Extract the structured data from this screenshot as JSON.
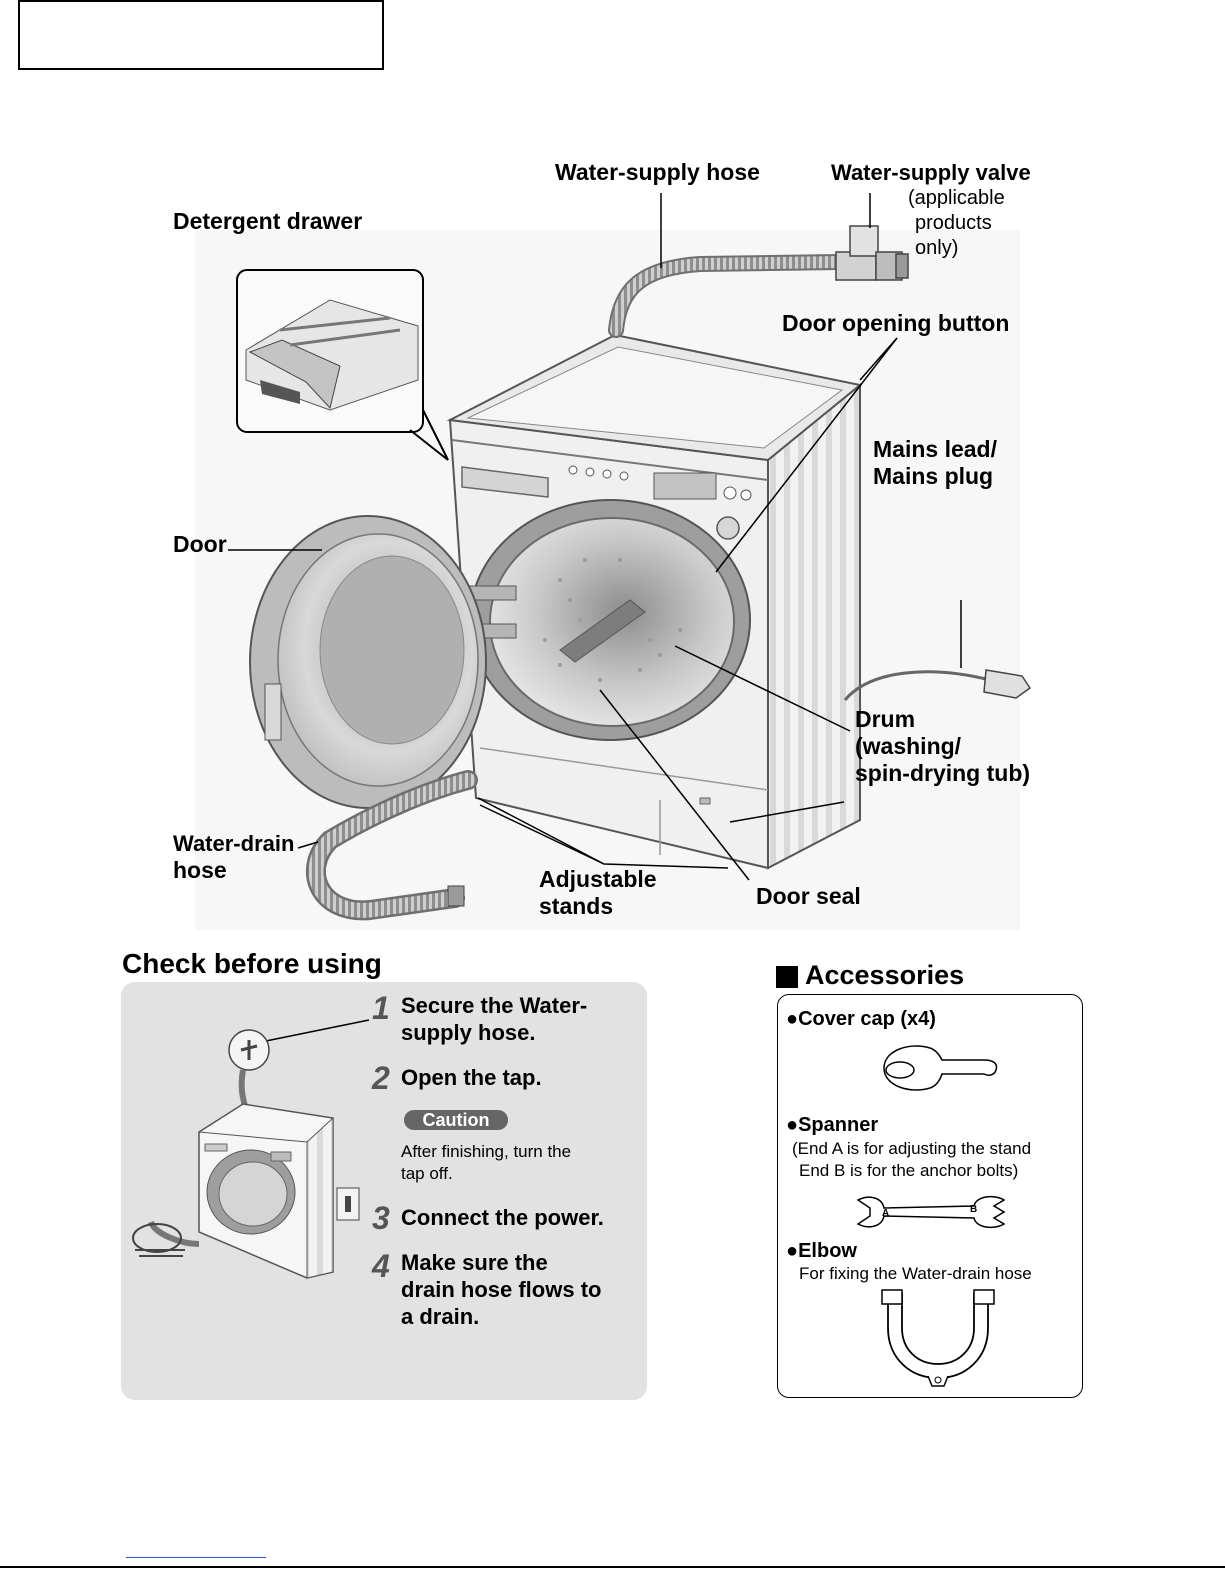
{
  "labels": {
    "water_supply_hose": "Water-supply hose",
    "water_supply_valve": "Water-supply valve",
    "valve_note": [
      "(applicable",
      "products",
      "only)"
    ],
    "detergent_drawer": "Detergent drawer",
    "door_opening_button": "Door opening button",
    "mains_lead": [
      "Mains lead/",
      "Mains plug"
    ],
    "door": "Door",
    "drum": [
      "Drum",
      "(washing/",
      "spin-drying tub)"
    ],
    "water_drain_hose": [
      "Water-drain",
      "hose"
    ],
    "adjustable_stands": [
      "Adjustable",
      "stands"
    ],
    "door_seal": "Door seal"
  },
  "check": {
    "title": "Check before using",
    "steps": [
      {
        "num": "1",
        "lines": [
          "Secure the Water-",
          "supply hose."
        ]
      },
      {
        "num": "2",
        "lines": [
          "Open the tap."
        ]
      },
      {
        "num": "3",
        "lines": [
          "Connect the power."
        ]
      },
      {
        "num": "4",
        "lines": [
          "Make sure the",
          "drain hose flows to",
          "a drain."
        ]
      }
    ],
    "caution_label": "Caution",
    "caution_text": [
      "After finishing, turn the",
      "tap off."
    ]
  },
  "accessories": {
    "title": "Accessories",
    "items": [
      {
        "name": "●Cover cap (x4)",
        "notes": []
      },
      {
        "name": "●Spanner",
        "notes": [
          "(End A is for adjusting the stand",
          "End B is for the anchor bolts)"
        ]
      },
      {
        "name": "●Elbow",
        "notes": [
          "For fixing the Water-drain hose"
        ]
      }
    ],
    "spanner_ends": [
      "A",
      "B"
    ]
  }
}
